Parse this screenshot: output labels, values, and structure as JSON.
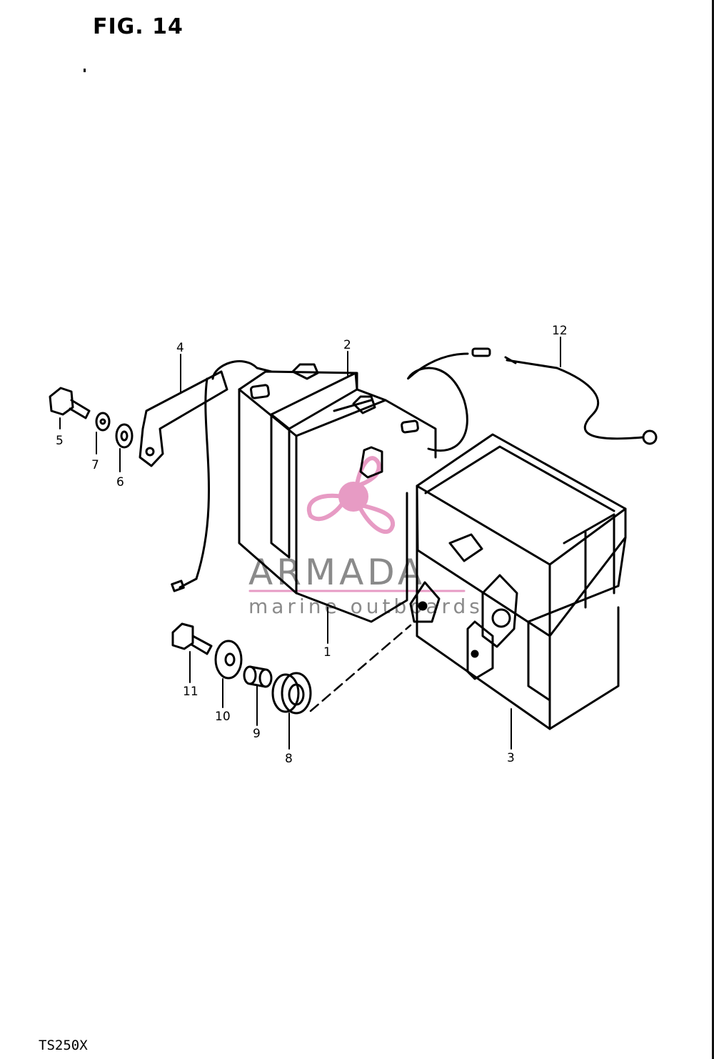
{
  "figure": {
    "title": "FIG. 14",
    "model": "TS250X"
  },
  "callouts": [
    {
      "id": "1",
      "label": "1"
    },
    {
      "id": "2",
      "label": "2"
    },
    {
      "id": "3",
      "label": "3"
    },
    {
      "id": "4",
      "label": "4"
    },
    {
      "id": "5",
      "label": "5"
    },
    {
      "id": "6",
      "label": "6"
    },
    {
      "id": "7",
      "label": "7"
    },
    {
      "id": "8",
      "label": "8"
    },
    {
      "id": "9",
      "label": "9"
    },
    {
      "id": "10",
      "label": "10"
    },
    {
      "id": "11",
      "label": "11"
    },
    {
      "id": "12",
      "label": "12"
    }
  ],
  "watermark": {
    "brand": "ARMADA",
    "tagline": "marine outboards",
    "brand_color": "#8a8a8a",
    "accent_color": "#e79bc4"
  }
}
